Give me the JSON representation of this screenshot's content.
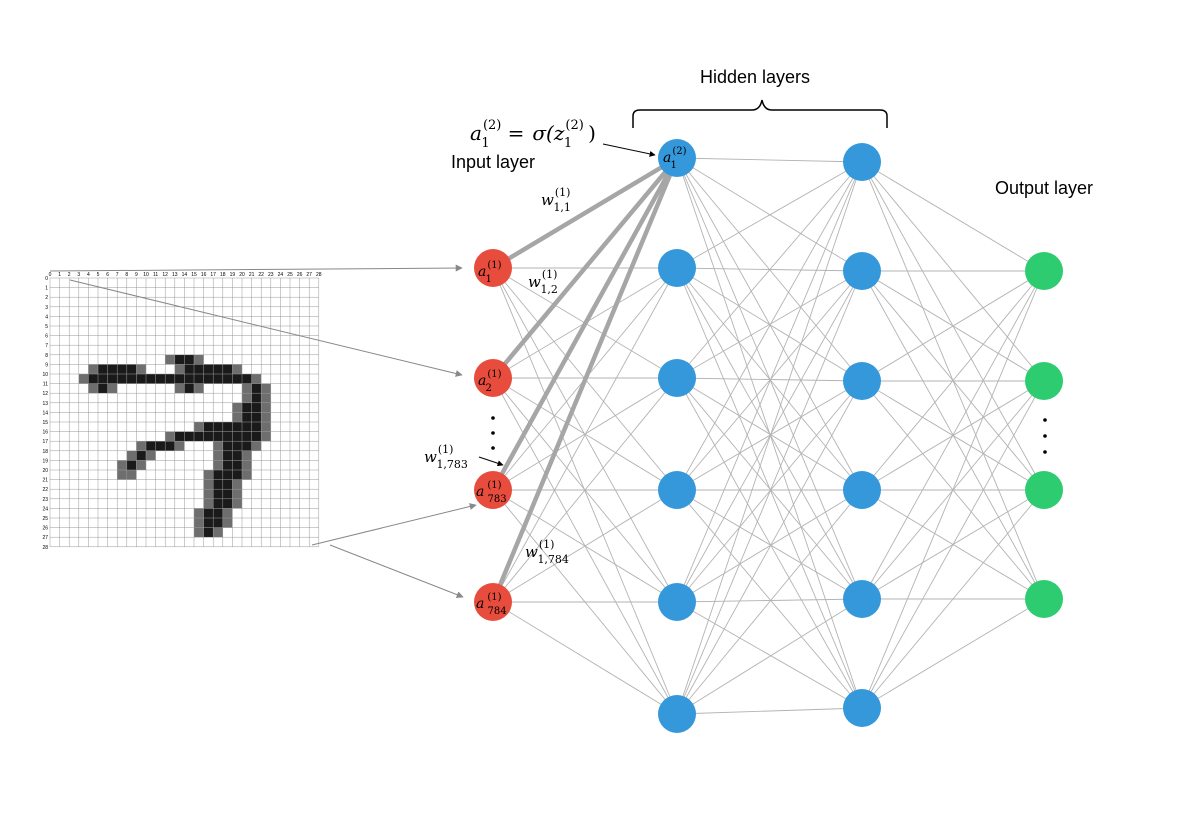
{
  "labels": {
    "hidden_layers": "Hidden layers",
    "input_layer": "Input layer",
    "output_layer": "Output layer"
  },
  "formula": {
    "lhs_base": "a",
    "lhs_sup": "(2)",
    "lhs_sub": "1",
    "equals": "=",
    "sigma": "σ(",
    "rhs_base": "z",
    "rhs_sup": "(2)",
    "rhs_sub": "1",
    "close": ")"
  },
  "input_nodes": [
    {
      "base": "a",
      "sup": "(1)",
      "sub": "1"
    },
    {
      "base": "a",
      "sup": "(1)",
      "sub": "2"
    },
    {
      "base": "a",
      "sup": "(1)",
      "sub": "783"
    },
    {
      "base": "a",
      "sup": "(1)",
      "sub": "784"
    }
  ],
  "hidden_top_node": {
    "base": "a",
    "sup": "(2)",
    "sub": "1"
  },
  "weights": [
    {
      "base": "w",
      "sup": "(1)",
      "sub": "1,1"
    },
    {
      "base": "w",
      "sup": "(1)",
      "sub": "1,2"
    },
    {
      "base": "w",
      "sup": "(1)",
      "sub": "1,783"
    },
    {
      "base": "w",
      "sup": "(1)",
      "sub": "1,784"
    }
  ],
  "ellipsis": "⋮",
  "grid": {
    "col_ticks": [
      "0",
      "1",
      "2",
      "3",
      "4",
      "5",
      "6",
      "7",
      "8",
      "9",
      "10",
      "11",
      "12",
      "13",
      "14",
      "15",
      "16",
      "17",
      "18",
      "19",
      "20",
      "21",
      "22",
      "23",
      "24",
      "25",
      "26",
      "27",
      "28"
    ],
    "row_ticks": [
      "0",
      "1",
      "2",
      "3",
      "4",
      "5",
      "6",
      "7",
      "8",
      "9",
      "10",
      "11",
      "12",
      "13",
      "14",
      "15",
      "16",
      "17",
      "18",
      "19",
      "20",
      "21",
      "22",
      "23",
      "24",
      "25",
      "26",
      "27",
      "28"
    ]
  },
  "colors": {
    "input": "#e74c3c",
    "hidden": "#3498db",
    "output": "#2ecc71",
    "edge": "#b3b3b3",
    "highlight": "#a6a6a6",
    "pixel": "#1a1a1a"
  }
}
